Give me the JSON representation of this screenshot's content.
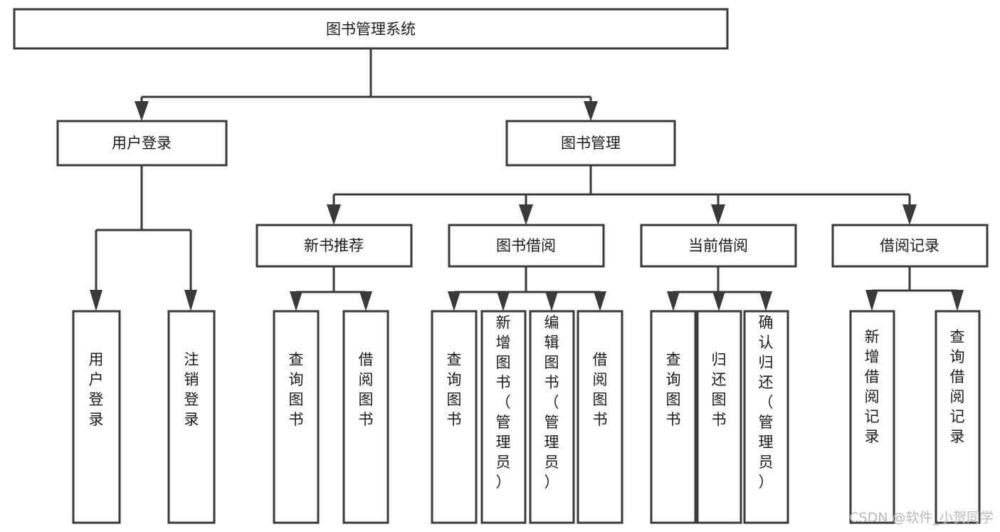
{
  "diagram": {
    "title": "图书管理系统",
    "type": "tree-hierarchy-functional-decomposition",
    "root": {
      "id": "root",
      "label": "图书管理系统"
    },
    "level2": [
      {
        "id": "user-login",
        "label": "用户登录"
      },
      {
        "id": "book-management",
        "label": "图书管理"
      }
    ],
    "level3": [
      {
        "id": "new-book-recommend",
        "label": "新书推荐",
        "parent": "book-management"
      },
      {
        "id": "book-borrow",
        "label": "图书借阅",
        "parent": "book-management"
      },
      {
        "id": "current-borrow",
        "label": "当前借阅",
        "parent": "book-management"
      },
      {
        "id": "borrow-record",
        "label": "借阅记录",
        "parent": "book-management"
      }
    ],
    "leaves": {
      "user-login": [
        {
          "id": "leaf-user-login",
          "label": "用户登录"
        },
        {
          "id": "leaf-logout-login",
          "label": "注销登录"
        }
      ],
      "new-book-recommend": [
        {
          "id": "leaf-query-book-1",
          "label": "查询图书"
        },
        {
          "id": "leaf-borrow-book-1",
          "label": "借阅图书"
        }
      ],
      "book-borrow": [
        {
          "id": "leaf-query-book-2",
          "label": "查询图书"
        },
        {
          "id": "leaf-add-book",
          "label": "新增图书（管理员）"
        },
        {
          "id": "leaf-edit-book",
          "label": "编辑图书（管理员）"
        },
        {
          "id": "leaf-borrow-book-2",
          "label": "借阅图书"
        }
      ],
      "current-borrow": [
        {
          "id": "leaf-query-book-3",
          "label": "查询图书"
        },
        {
          "id": "leaf-return-book",
          "label": "归还图书"
        },
        {
          "id": "leaf-confirm-return",
          "label": "确认归还（管理员）"
        }
      ],
      "borrow-record": [
        {
          "id": "leaf-add-record",
          "label": "新增借阅记录"
        },
        {
          "id": "leaf-query-record",
          "label": "查询借阅记录"
        }
      ]
    }
  },
  "watermark": {
    "text": "CSDN @软件_小贺同学"
  },
  "colors": {
    "stroke": "#3a3a3a",
    "fill": "#ffffff",
    "text": "#1b1b1b",
    "watermark": "#b8b8b8"
  }
}
